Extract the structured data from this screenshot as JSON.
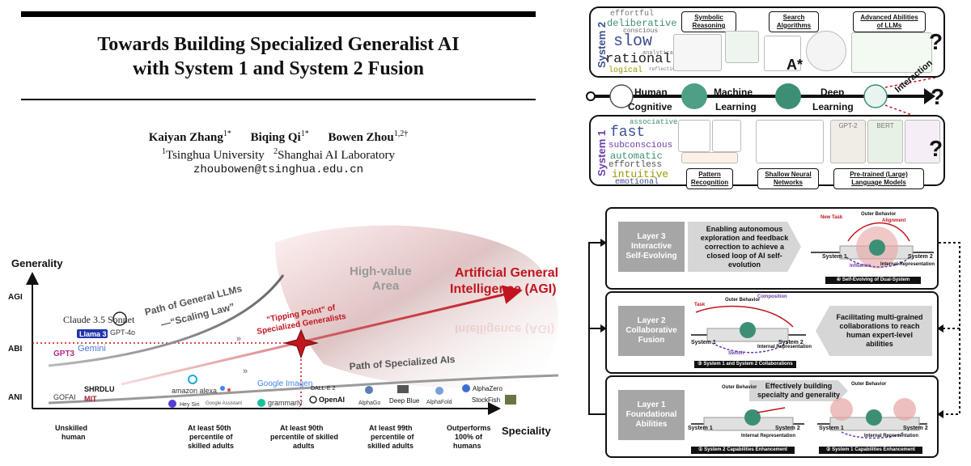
{
  "paper": {
    "title_line1": "Towards Building Specialized Generalist AI",
    "title_line2": "with System 1 and System 2 Fusion",
    "authors": [
      {
        "name": "Kaiyan Zhang",
        "sup": "1*"
      },
      {
        "name": "Biqing Qi",
        "sup": "1*"
      },
      {
        "name": "Bowen Zhou",
        "sup": "1,2†"
      }
    ],
    "affiliations": [
      {
        "sup": "1",
        "name": "Tsinghua University"
      },
      {
        "sup": "2",
        "name": "Shanghai AI Laboratory"
      }
    ],
    "email": "zhoubowen@tsinghua.edu.cn"
  },
  "chart_data": {
    "type": "line",
    "ylabel": "Generality",
    "xlabel": "Speciality",
    "y_ticks": [
      "ANI",
      "ABI",
      "AGI"
    ],
    "x_categories": [
      "Unskilled human",
      "At least 50th percentile of skilled adults",
      "At least 90th percentile of skilled adults",
      "At least 99th percentile of skilled adults",
      "Outperforms 100% of humans"
    ],
    "x_category_lines": [
      [
        "Unskilled",
        "human"
      ],
      [
        "At least 50th",
        "percentile of",
        "skilled adults"
      ],
      [
        "At least 90th",
        "percentile of skilled",
        "adults"
      ],
      [
        "At least 99th",
        "percentile of",
        "skilled adults"
      ],
      [
        "Outperforms",
        "100% of",
        "humans"
      ]
    ],
    "annotations": {
      "general_path_1": "Path of General LLMs",
      "general_path_2": "—“Scaling Law”",
      "tipping_1": "“Tipping Point” of",
      "tipping_2": "Specialized Generalists",
      "high_value_1": "High-value",
      "high_value_2": "Area",
      "agi_1": "Artificial General",
      "agi_2": "Intelligence (AGI)",
      "specialized_path": "Path of Specialized AIs"
    },
    "models_general": [
      "Claude 3.5 Sonnet",
      "GPT-4o",
      "Llama 3",
      "GPT3",
      "Gemini"
    ],
    "models_specialized": [
      "GOFAI",
      "SHRDLU",
      "MIT",
      "amazon alexa",
      "Google Assistant",
      "Hey Siri",
      "Google Imagen",
      "grammarly",
      "DALL·E 2",
      "OpenAI",
      "AlphaGo",
      "Deep Blue",
      "AlphaFold",
      "AlphaZero",
      "StockFish"
    ],
    "colors": {
      "agi": "#c0151e",
      "general": "#777777",
      "specialized": "#888888"
    }
  },
  "system_diagram": {
    "system2_label": "System 2",
    "system1_label": "System 1",
    "system2_words": [
      "effortful",
      "deliberative",
      "conscious",
      "slow",
      "analytical",
      "rational",
      "logical",
      "reflective"
    ],
    "system1_words": [
      "associative",
      "fast",
      "subconscious",
      "automatic",
      "effortless",
      "intuitive",
      "emotional"
    ],
    "system2_categories": [
      "Symbolic Reasoning",
      "Search Algorithms",
      "Advanced Abilities of LLMs"
    ],
    "system1_categories": [
      "Pattern Recognition",
      "Shallow Neural Networks",
      "Pre-trained (Large) Language Models"
    ],
    "timeline": [
      "Human Cognitive",
      "Machine Learning",
      "Deep Learning"
    ],
    "timeline_top": [
      "Human",
      "Machine",
      "Deep"
    ],
    "timeline_bottom": [
      "Cognitive",
      "Learning",
      "Learning"
    ],
    "interaction": "Interaction",
    "astar": "A*",
    "bert": "BERT",
    "gpt2": "GPT-2",
    "qmark": "?"
  },
  "layers": [
    {
      "tag": "Layer 3 Interactive Self-Evolving",
      "text": "Enabling autonomous exploration and feedback correction to achieve a closed loop of AI self-evolution",
      "caption": "④ Self-Evolving of Dual-System"
    },
    {
      "tag": "Layer 2 Collaborative Fusion",
      "text": "Facilitating multi-grained collaborations to reach human expert-level abilities",
      "caption": "③ System 1 and System 2 Collaborations"
    },
    {
      "tag": "Layer 1 Foundational Abilities",
      "text": "Effectively building specialty and generality",
      "caption_a": "① System 2 Capabilities Enhancement",
      "caption_b": "② System 1 Capabilities Enhancement"
    }
  ],
  "layer_terms": {
    "system1": "System 1",
    "system2": "System 2",
    "outer": "Outer Behavior",
    "internal": "Internal Representation",
    "new_task": "New Task",
    "alignment": "Alignment",
    "influence": "Influence",
    "task": "Task",
    "composition": "Composition",
    "switch": "Switch"
  }
}
